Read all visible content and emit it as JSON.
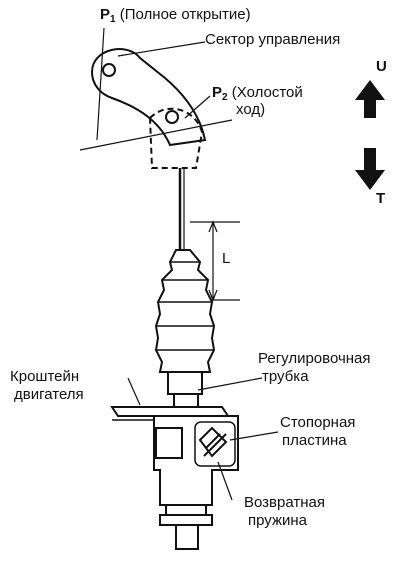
{
  "labels": {
    "p1": {
      "main": "P",
      "sub": "1",
      "text": " (Полное открытие)"
    },
    "sector": "Сектор управления",
    "p2": {
      "main": "P",
      "sub": "2",
      "text": " (Холостой",
      "line2": "ход)"
    },
    "u": "U",
    "t": "T",
    "l": "L",
    "bracket": {
      "line1": "Кроштейн",
      "line2": "двигателя"
    },
    "adjust_tube": {
      "line1": "Регулировочная",
      "line2": "трубка"
    },
    "lock_plate": {
      "line1": "Стопорная",
      "line2": "пластина"
    },
    "return_spring": {
      "line1": "Возвратная",
      "line2": "пружина"
    }
  },
  "colors": {
    "ink": "#111111",
    "background": "#ffffff"
  },
  "arrows": {
    "up": "arrow-up-icon",
    "down": "arrow-down-icon"
  }
}
